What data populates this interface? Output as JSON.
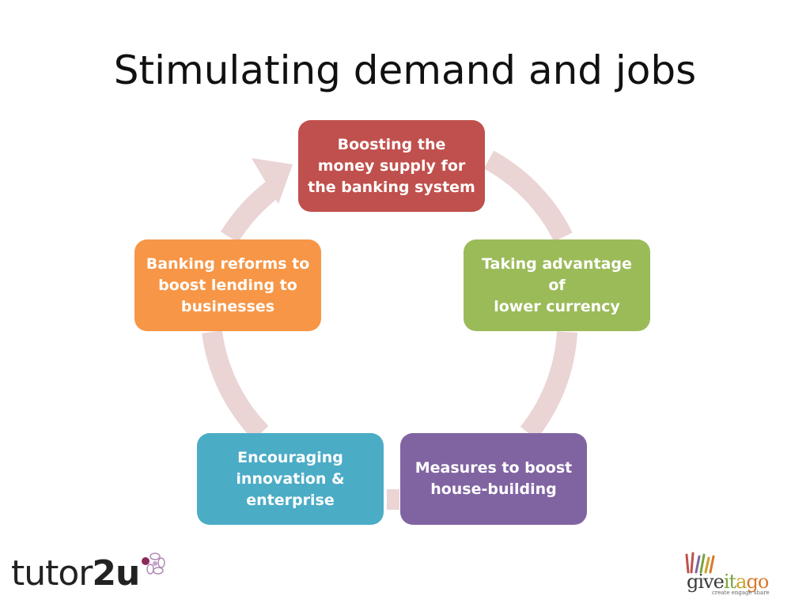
{
  "slide": {
    "title": "Stimulating demand and jobs"
  },
  "cycle": {
    "arrow_color": "#ead4d4",
    "nodes": [
      {
        "lines": [
          "Boosting the",
          "money supply for",
          "the banking system"
        ],
        "color": "#c0504d"
      },
      {
        "lines": [
          "Taking advantage of",
          "lower currency"
        ],
        "color": "#9bbb59"
      },
      {
        "lines": [
          "Measures to boost",
          "house-building"
        ],
        "color": "#8064a2"
      },
      {
        "lines": [
          "Encouraging",
          "innovation &",
          "enterprise"
        ],
        "color": "#4bacc6"
      },
      {
        "lines": [
          "Banking reforms to",
          "boost lending to",
          "businesses"
        ],
        "color": "#f79646"
      }
    ]
  },
  "logos": {
    "left_plain": "tutor",
    "left_bold": "2u",
    "right_give": "give",
    "right_it": "it",
    "right_a": "a",
    "right_go": "go",
    "right_tagline": "create engage share"
  }
}
